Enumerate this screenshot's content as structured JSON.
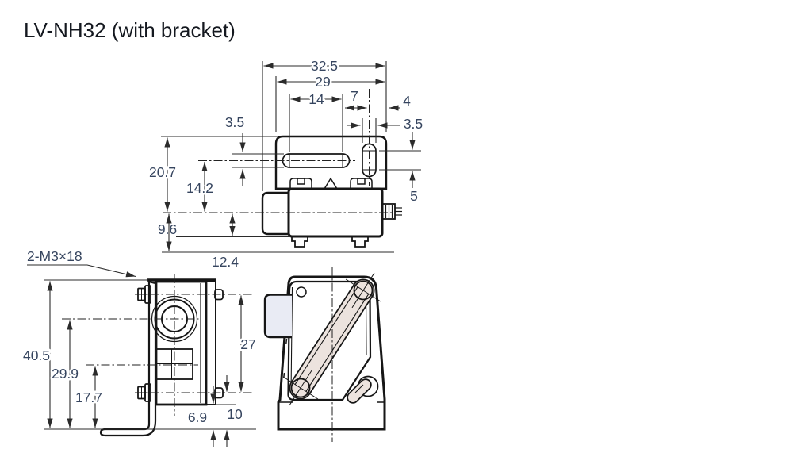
{
  "title": "LV-NH32 (with bracket)",
  "colors": {
    "bracket_fill": "#ece3de",
    "body_fill": "#e9ebf4",
    "outline": "#161616",
    "dimension_text": "#36455f",
    "background": "#ffffff"
  },
  "top_view": {
    "dimensions": {
      "overall_width": "32.5",
      "plate_width": "29",
      "slot_length": "14",
      "slot_to_hole": "7",
      "hole_to_edge": "4",
      "vslot_width": "3.5",
      "hslot_width": "3.5",
      "plate_to_center": "20.7",
      "slot_center_to_center": "14.2",
      "center_to_bottom": "9.6",
      "center_to_mount": "12.4",
      "vslot_pitch": "5"
    }
  },
  "front_view": {
    "screw_note": "2-M3×18",
    "dimensions": {
      "overall_height": "40.5",
      "lens_center_height": "29.9",
      "display_center_height": "17.7",
      "screw_pitch": "27",
      "screw_to_base": "10",
      "face_to_lens_center": "6.9"
    }
  }
}
